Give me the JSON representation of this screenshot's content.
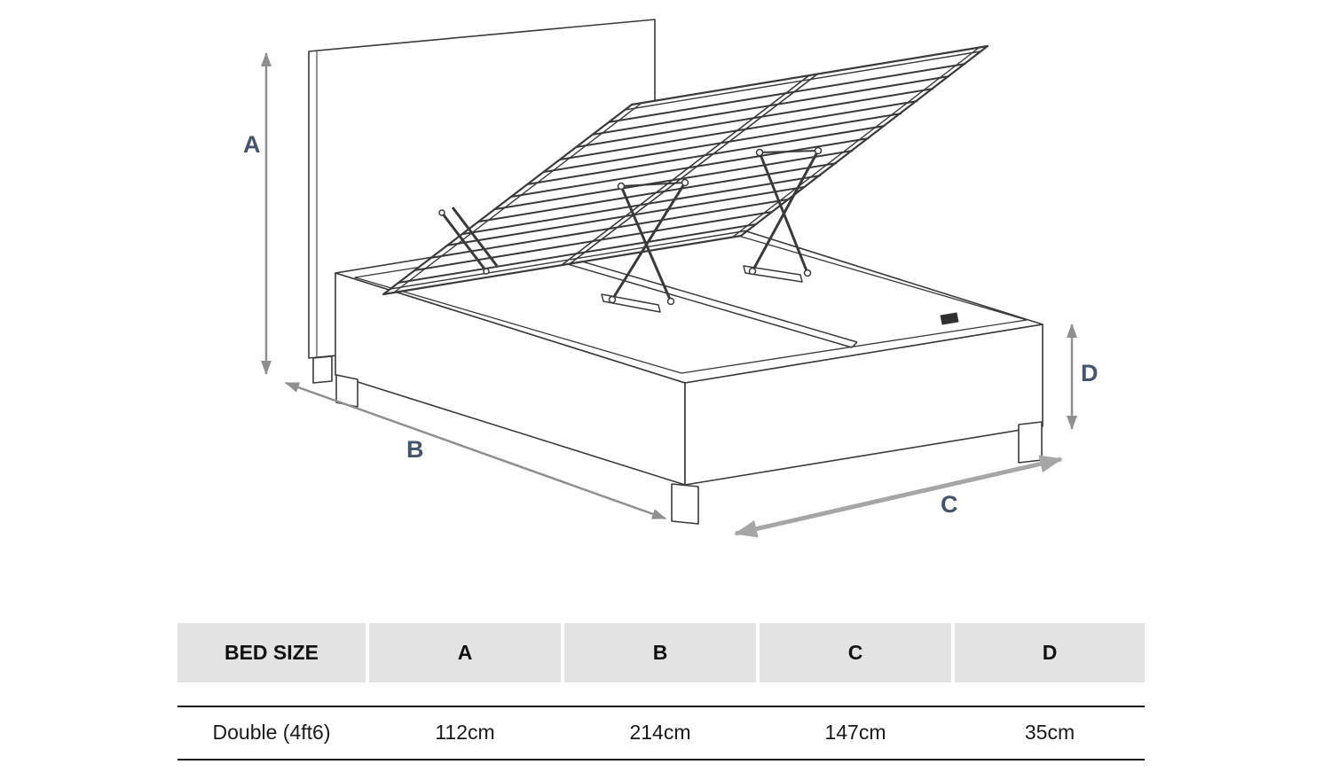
{
  "diagram": {
    "labels": {
      "a": "A",
      "b": "B",
      "c": "C",
      "d": "D"
    },
    "label_color": "#44546A",
    "arrow_color": "#8F8F8F",
    "arrow_color_c": "#A6A6A6",
    "line_color": "#3A3A3A"
  },
  "table": {
    "header_bg": "#E3E3E3",
    "headers": [
      "BED SIZE",
      "A",
      "B",
      "C",
      "D"
    ],
    "rows": [
      [
        "Double (4ft6)",
        "112cm",
        "214cm",
        "147cm",
        "35cm"
      ]
    ]
  }
}
